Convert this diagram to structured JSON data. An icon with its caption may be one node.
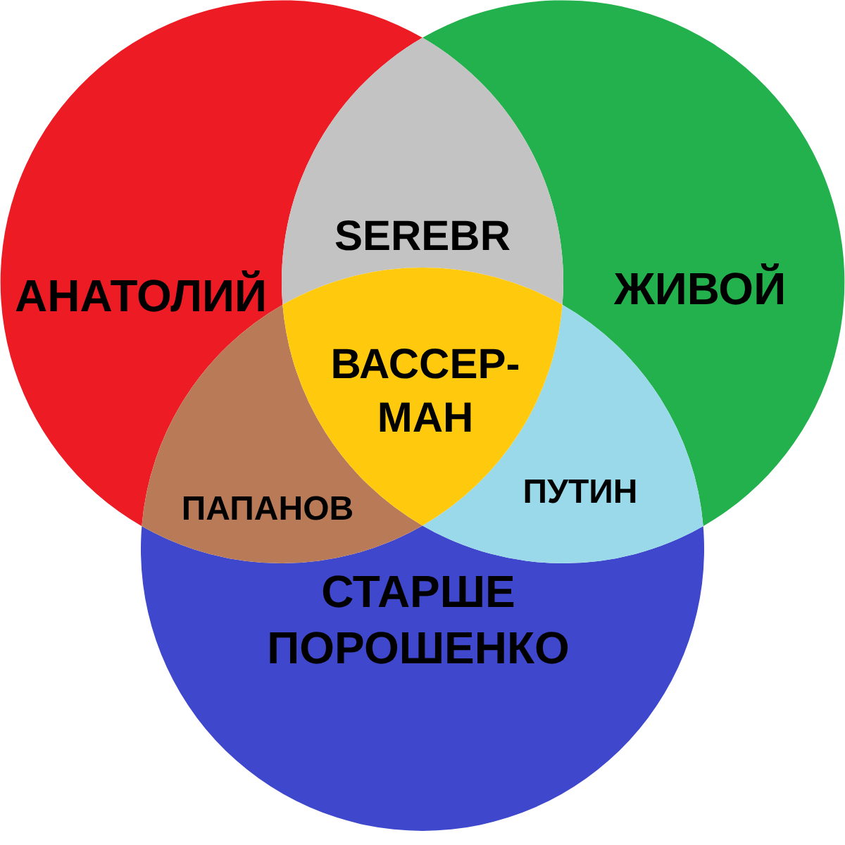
{
  "diagram": {
    "nodes": [
      {
        "text": [
          "АНАТОЛИЙ"
        ]
      },
      {
        "text": [
          "ЖИВОЙ"
        ]
      },
      {
        "text": [
          "СТАРШЕ ПОРОШЕНКО"
        ]
      }
    ],
    "labels": [
      "SEREBR",
      "ВАССЕР- МАН",
      "ПАПАНОВ",
      "ПУТИН"
    ]
  }
}
